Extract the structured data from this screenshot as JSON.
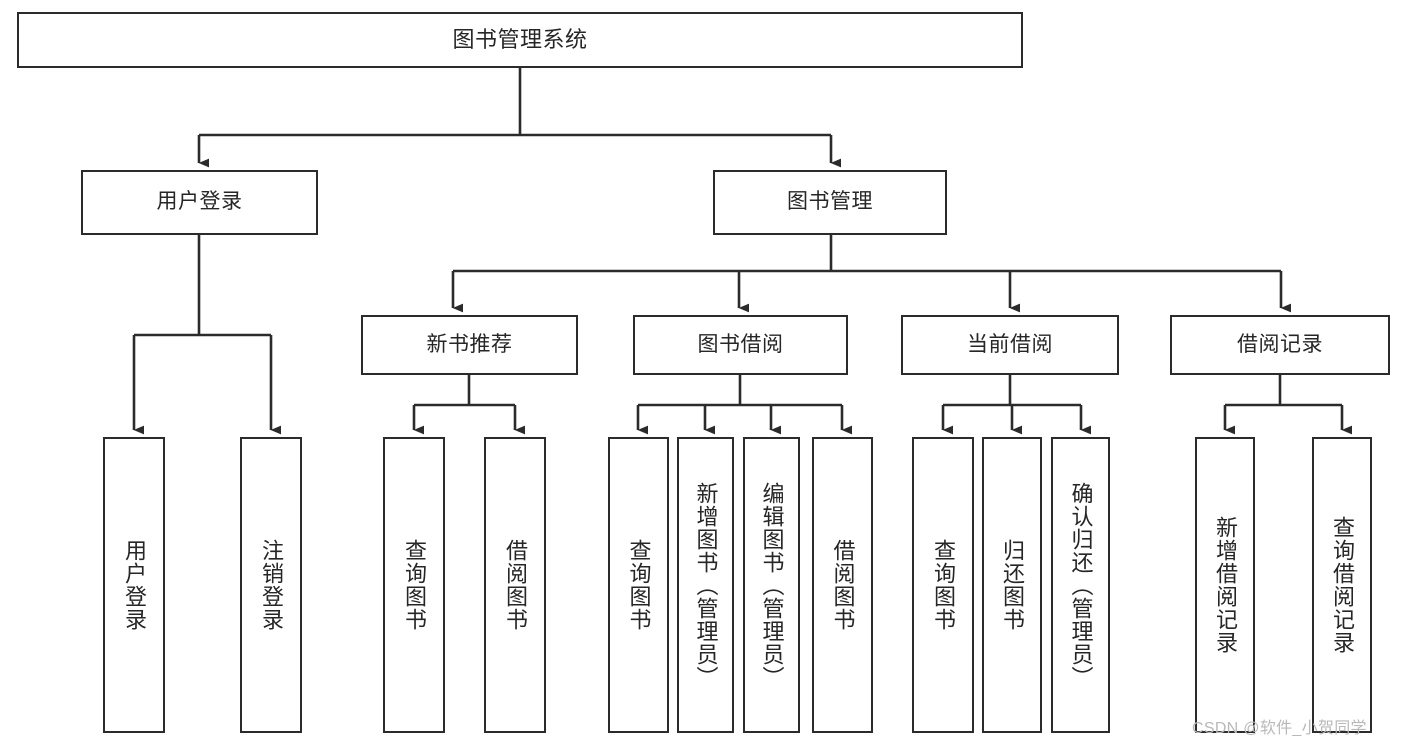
{
  "diagram": {
    "title": "图书管理系统",
    "type": "hierarchy-tree",
    "colors": {
      "background": "#ffffff",
      "box_stroke": "#2b2b2b",
      "box_fill": "#ffffff",
      "connector": "#2b2b2b",
      "text": "#262626",
      "watermark": "#b9b9b9"
    },
    "root": {
      "label": "图书管理系统"
    },
    "level2": [
      {
        "label": "用户登录"
      },
      {
        "label": "图书管理"
      }
    ],
    "level3": [
      {
        "label": "新书推荐"
      },
      {
        "label": "图书借阅"
      },
      {
        "label": "当前借阅"
      },
      {
        "label": "借阅记录"
      }
    ],
    "leaves": {
      "user_login": [
        {
          "label": "用户登录"
        },
        {
          "label": "注销登录"
        }
      ],
      "new_book_recommend": [
        {
          "label": "查询图书"
        },
        {
          "label": "借阅图书"
        }
      ],
      "book_borrow": [
        {
          "label": "查询图书"
        },
        {
          "label": "新增图书（管理员）"
        },
        {
          "label": "编辑图书（管理员）"
        },
        {
          "label": "借阅图书"
        }
      ],
      "current_borrow": [
        {
          "label": "查询图书"
        },
        {
          "label": "归还图书"
        },
        {
          "label": "确认归还（管理员）"
        }
      ],
      "borrow_record": [
        {
          "label": "新增借阅记录"
        },
        {
          "label": "查询借阅记录"
        }
      ]
    },
    "watermark": "CSDN @软件_小贺同学"
  }
}
